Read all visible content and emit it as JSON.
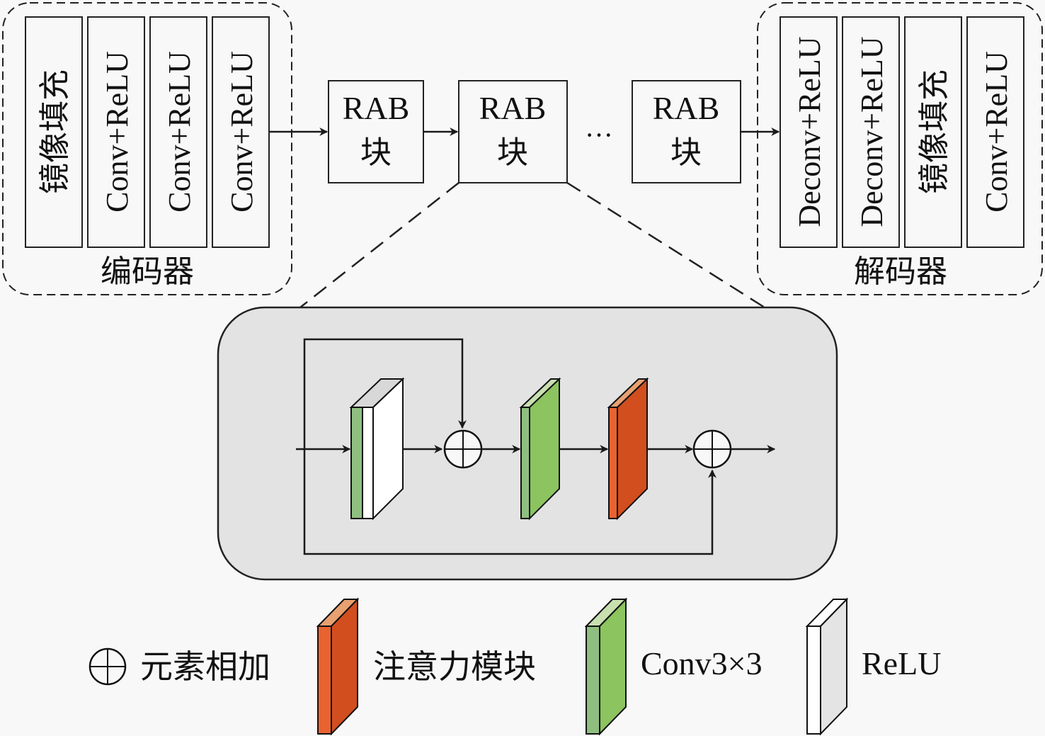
{
  "encoder": {
    "label": "编码器",
    "layers": [
      "镜像填充",
      "Conv+ReLU",
      "Conv+ReLU",
      "Conv+ReLU"
    ]
  },
  "decoder": {
    "label": "解码器",
    "layers": [
      "Deconv+ReLU",
      "Deconv+ReLU",
      "镜像填充",
      "Conv+ReLU"
    ]
  },
  "rab_blocks": [
    {
      "line1": "RAB",
      "line2": "块"
    },
    {
      "line1": "RAB",
      "line2": "块"
    },
    {
      "line1": "RAB",
      "line2": "块"
    }
  ],
  "ellipsis": "···",
  "legend": {
    "add": "元素相加",
    "attention": "注意力模块",
    "conv": "Conv3×3",
    "relu": "ReLU"
  },
  "colors": {
    "conv_green": "#8cc460",
    "conv_green_side": "#8fbf80",
    "attention_orange": "#d24e1e",
    "attention_orange_side": "#e8632f",
    "relu_gray": "#e4e4e4",
    "panel_gray": "#e3e3e3"
  }
}
